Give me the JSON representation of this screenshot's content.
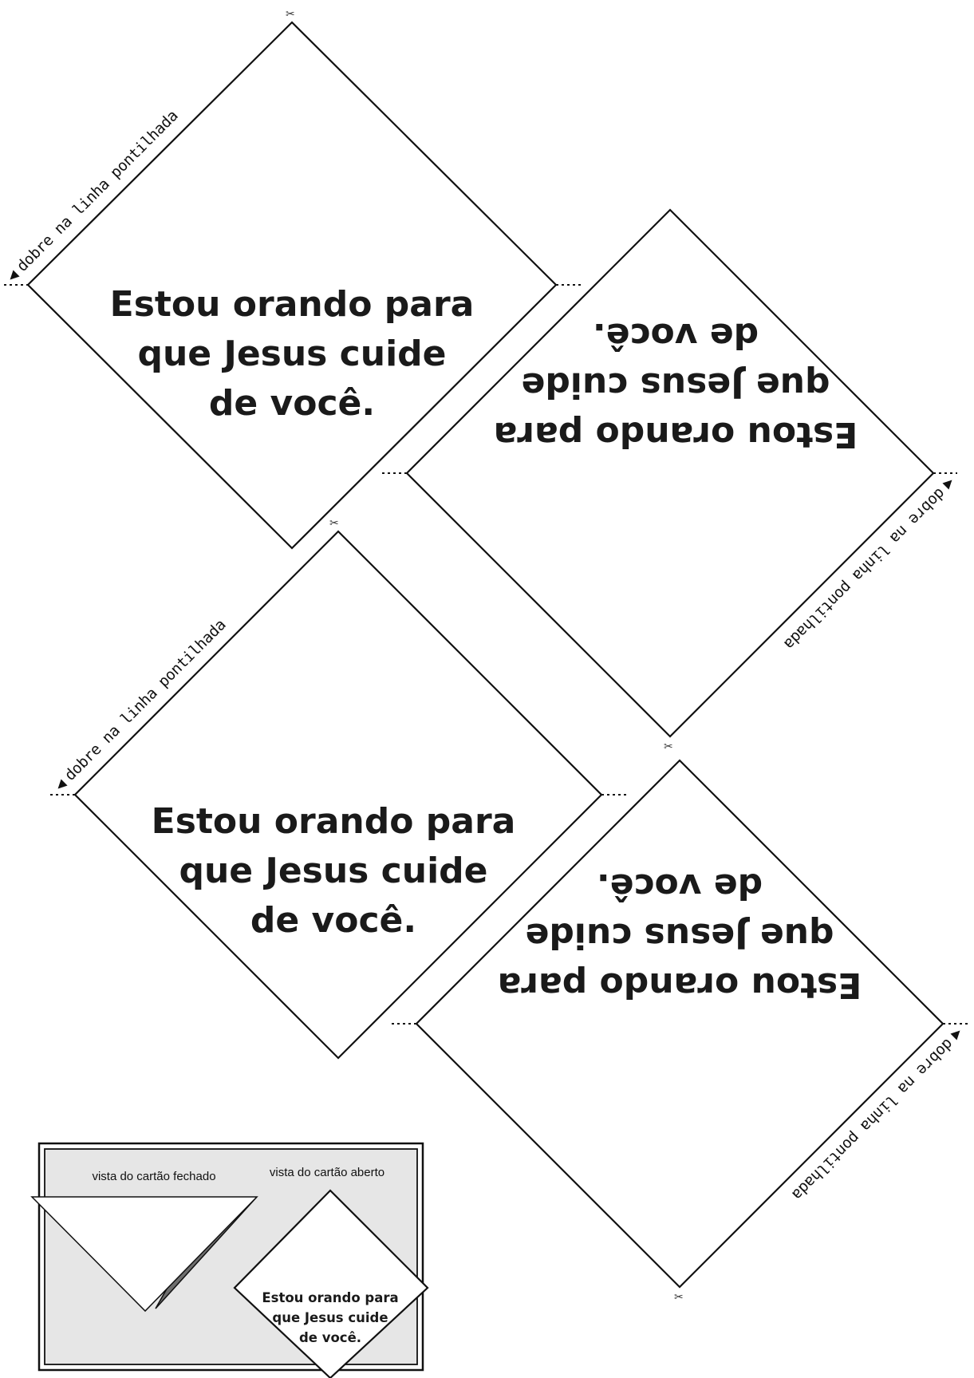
{
  "card": {
    "line1": "Estou orando para",
    "line2": "que Jesus cuide",
    "line3": "de você."
  },
  "fold_instruction": "dobre na linha pontilhada",
  "legend": {
    "closed_label": "vista do cartão fechado",
    "open_label": "vista do cartão aberto"
  },
  "icons": {
    "scissors": "✂",
    "fold_marker": "◀"
  }
}
